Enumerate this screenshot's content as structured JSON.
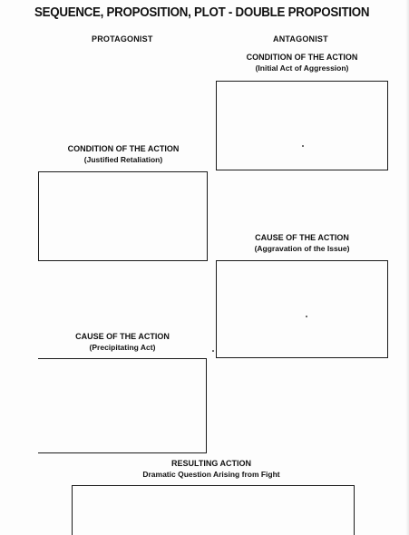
{
  "document": {
    "title": "SEQUENCE, PROPOSITION, PLOT - DOUBLE PROPOSITION",
    "columns": {
      "left": "PROTAGONIST",
      "right": "ANTAGONIST"
    },
    "sections": {
      "antagonist_condition": {
        "heading": "CONDITION OF THE ACTION",
        "subheading": "(Initial Act of Aggression)"
      },
      "protagonist_condition": {
        "heading": "CONDITION OF THE ACTION",
        "subheading": "(Justified Retaliation)"
      },
      "antagonist_cause": {
        "heading": "CAUSE OF THE ACTION",
        "subheading": "(Aggravation of the Issue)"
      },
      "protagonist_cause": {
        "heading": "CAUSE OF THE ACTION",
        "subheading": "(Precipitating Act)"
      },
      "resulting": {
        "heading": "RESULTING ACTION",
        "subheading": "Dramatic Question Arising from Fight"
      }
    }
  }
}
